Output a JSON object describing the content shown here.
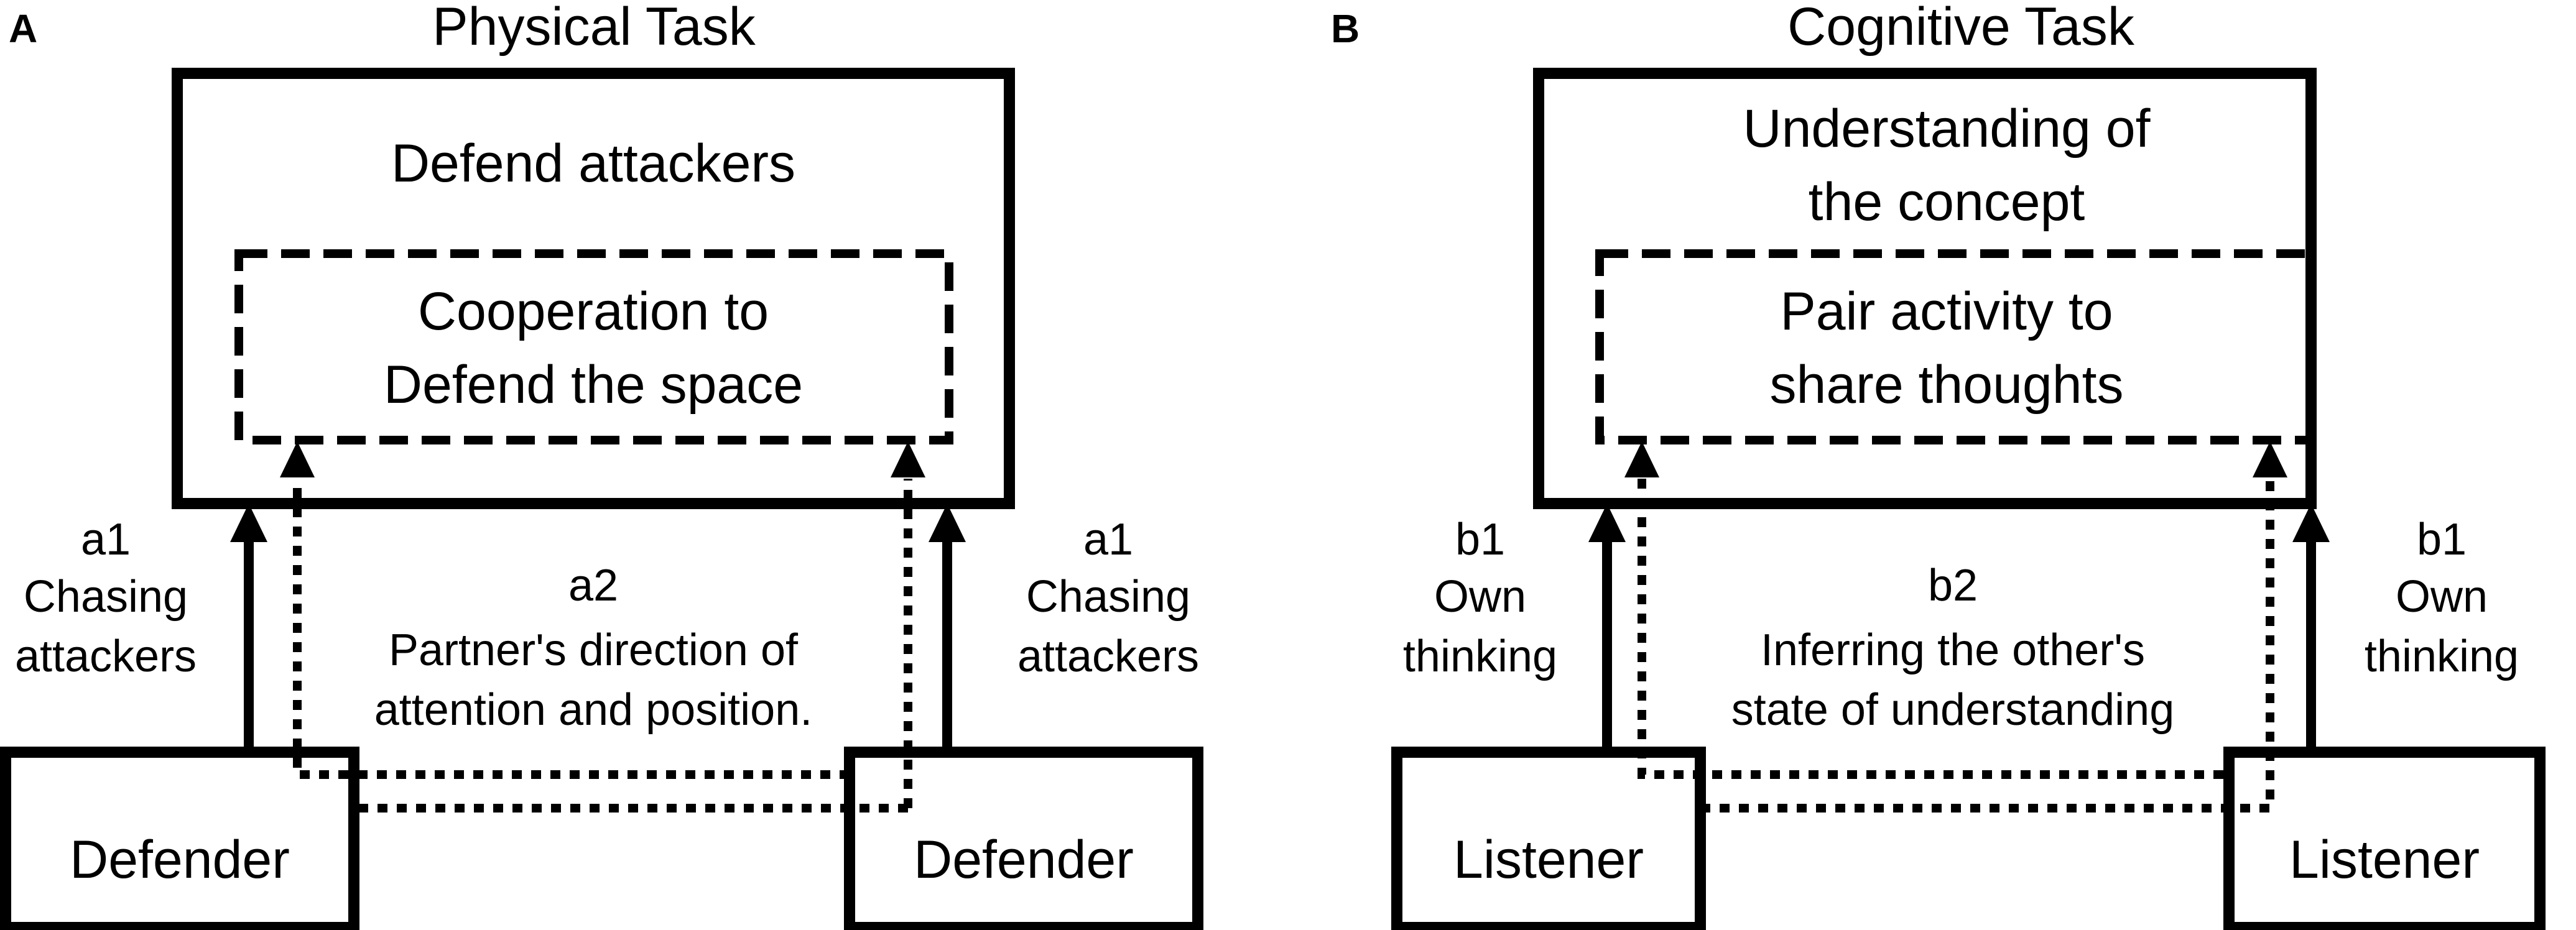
{
  "panels": [
    {
      "letter": "A",
      "title": "Physical Task",
      "outer_box": "Defend attackers",
      "inner_box": [
        "Cooperation to",
        "Defend the space"
      ],
      "left_node": "Defender",
      "right_node": "Defender",
      "side_label_left": [
        "a1",
        "Chasing",
        "attackers"
      ],
      "side_label_right": [
        "a1",
        "Chasing",
        "attackers"
      ],
      "center_label": [
        "a2",
        "Partner's direction of",
        "attention and position."
      ]
    },
    {
      "letter": "B",
      "title": "Cognitive Task",
      "outer_box": "Understanding of the concept",
      "outer_box_lines": [
        "Understanding of",
        "the concept"
      ],
      "inner_box": [
        "Pair activity to",
        "share thoughts"
      ],
      "left_node": "Listener",
      "right_node": "Listener",
      "side_label_left": [
        "b1",
        "Own",
        "thinking"
      ],
      "side_label_right": [
        "b1",
        "Own",
        "thinking"
      ],
      "center_label": [
        "b2",
        "Inferring the other's",
        "state of understanding"
      ]
    }
  ]
}
